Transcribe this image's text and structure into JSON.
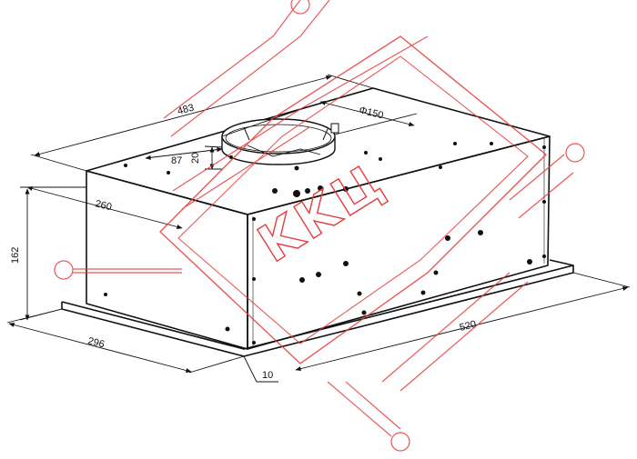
{
  "dimensions": {
    "width": "483",
    "length": "520",
    "height": "162",
    "depth": "296",
    "inner_depth": "260",
    "collar_offset": "87",
    "collar_height": "20",
    "flange": "10",
    "collar_diameter": "Φ150"
  },
  "watermark": {
    "text": "KKЦ",
    "color": "#e63c3c"
  },
  "colors": {
    "line": "#111111",
    "watermark": "#e63c3c"
  }
}
